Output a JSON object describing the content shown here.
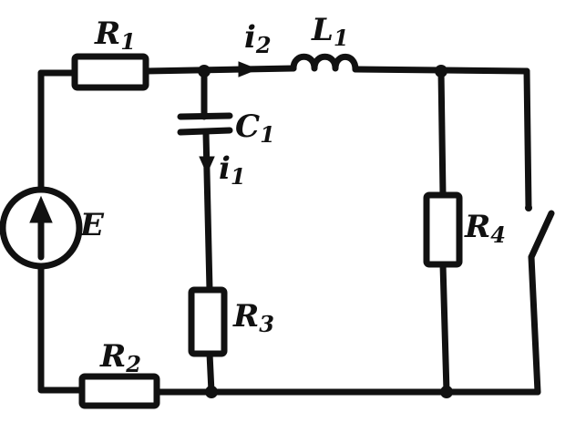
{
  "labels": {
    "r1": {
      "name": "R",
      "sub": "1"
    },
    "r2": {
      "name": "R",
      "sub": "2"
    },
    "r3": {
      "name": "R",
      "sub": "3"
    },
    "r4": {
      "name": "R",
      "sub": "4"
    },
    "l1": {
      "name": "L",
      "sub": "1"
    },
    "c1": {
      "name": "C",
      "sub": "1"
    },
    "i1": {
      "name": "i",
      "sub": "1"
    },
    "i2": {
      "name": "i",
      "sub": "2"
    },
    "e": {
      "name": "E"
    }
  },
  "colors": {
    "ink": "#111111",
    "paper": "#ffffff"
  }
}
